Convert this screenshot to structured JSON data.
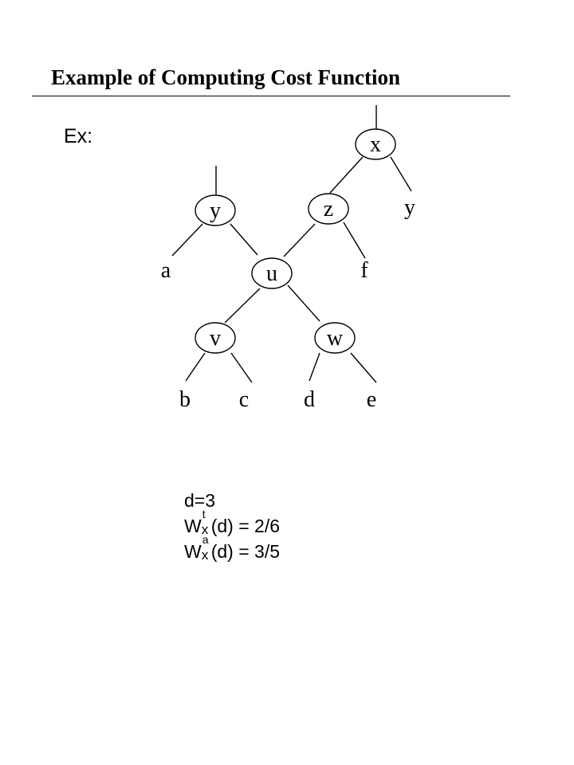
{
  "title": "Example of Computing Cost Function",
  "ex_label": "Ex:",
  "tree": {
    "nodes": [
      {
        "id": "x",
        "label": "x"
      },
      {
        "id": "y_internal",
        "label": "y"
      },
      {
        "id": "z",
        "label": "z"
      },
      {
        "id": "u",
        "label": "u"
      },
      {
        "id": "v",
        "label": "v"
      },
      {
        "id": "w",
        "label": "w"
      }
    ],
    "leaves": [
      {
        "id": "y_leaf",
        "label": "y"
      },
      {
        "id": "a",
        "label": "a"
      },
      {
        "id": "f",
        "label": "f"
      },
      {
        "id": "b",
        "label": "b"
      },
      {
        "id": "c",
        "label": "c"
      },
      {
        "id": "d",
        "label": "d"
      },
      {
        "id": "e",
        "label": "e"
      }
    ]
  },
  "formulas": {
    "line1": "d=3",
    "line2": {
      "base": "W",
      "sub": "x",
      "sup": "t",
      "rest": "(d) = 2/6"
    },
    "line3": {
      "base": "W",
      "sub": "x",
      "sup": "a",
      "rest": "(d) = 3/5"
    }
  }
}
